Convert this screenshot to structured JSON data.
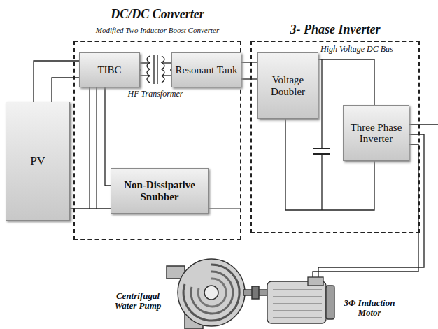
{
  "diagram": {
    "nodes": [
      {
        "text": [
          "DC/DC Converter",
          "Modified Two Inductor Boost Converter"
        ]
      },
      {
        "text": [
          "TIBC"
        ],
        "in": 0
      },
      {
        "text": [
          "Resonant Tank"
        ],
        "in": 0
      },
      {
        "text": [
          "Non-Dissipative Snubber"
        ],
        "in": 0
      },
      {
        "text": [
          "3- Phase Inverter"
        ]
      },
      {
        "text": [
          "Voltage Doubler"
        ],
        "in": 4
      },
      {
        "text": [
          "Three Phase Inverter"
        ],
        "in": 4
      },
      {
        "text": [
          "PV"
        ]
      }
    ],
    "edges": [
      {
        "from": 7,
        "to": 1,
        "arrow": "none"
      },
      {
        "from": 7,
        "to": 1,
        "arrow": "none"
      },
      {
        "from": 1,
        "to": 2,
        "arrow": "none"
      },
      {
        "from": 2,
        "to": 5,
        "arrow": "none"
      },
      {
        "from": 2,
        "to": 5,
        "arrow": "none"
      },
      {
        "from": 1,
        "to": 3,
        "arrow": "none"
      },
      {
        "from": 7,
        "to": 3,
        "arrow": "none"
      },
      {
        "from": 5,
        "to": 6,
        "arrow": "none"
      },
      {
        "from": 5,
        "to": 6,
        "arrow": "none"
      }
    ],
    "labels": [
      "HF Transformer",
      "High Voltage DC Bus",
      "Centrifugal Water Pump",
      "3Φ Induction Motor"
    ]
  }
}
